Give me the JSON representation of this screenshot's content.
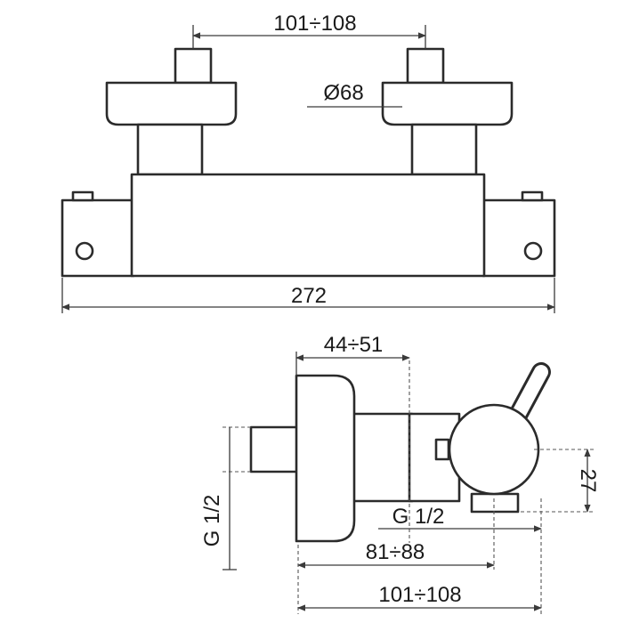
{
  "dimensions": {
    "top_handle_spacing": "101÷108",
    "handle_diameter": "Ø68",
    "overall_length": "272",
    "knob_depth": "44÷51",
    "outlet_offset": "27",
    "inlet_thread": "G 1/2",
    "outlet_thread": "G 1/2",
    "wall_to_outlet": "81÷88",
    "wall_to_body": "101÷108"
  }
}
